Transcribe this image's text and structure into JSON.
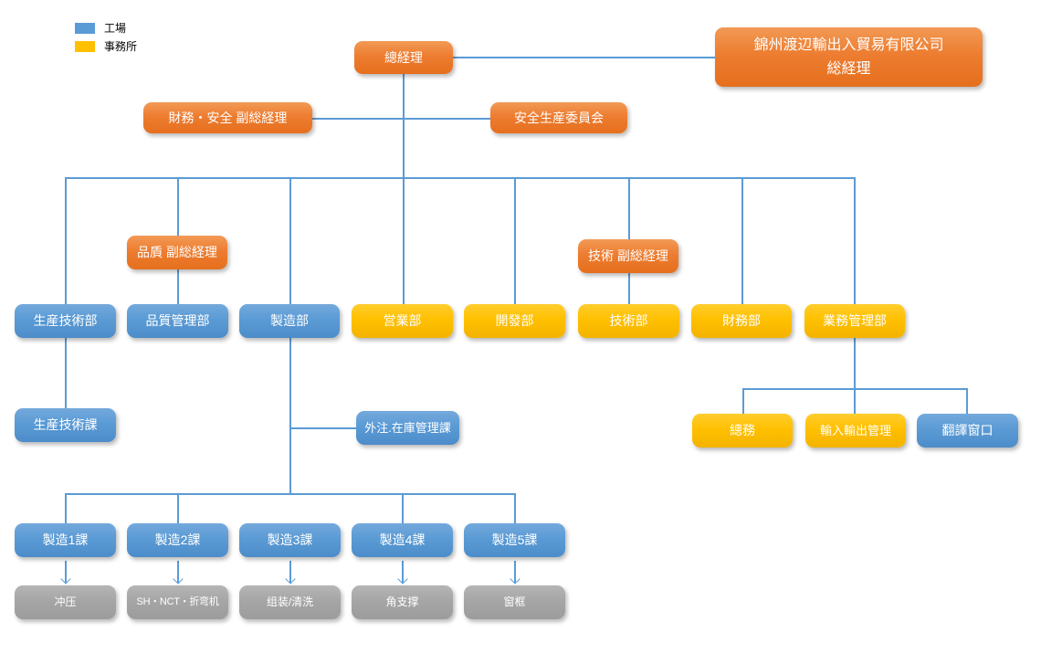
{
  "legend": {
    "items": [
      {
        "label": "工場",
        "color": "#5B9BD5",
        "meaning": "factory"
      },
      {
        "label": "事務所",
        "color": "#FFC000",
        "meaning": "office"
      }
    ]
  },
  "colors": {
    "factory_blue": "#5B9BD5",
    "office_yellow": "#FFC000",
    "management_orange": "#ED7D31",
    "process_gray": "#A6A6A6",
    "connector_blue": "#5B9BD5",
    "background": "#FFFFFF"
  },
  "nodes": {
    "general_manager": {
      "label": "總経理"
    },
    "parent_company": {
      "line1": "錦州渡辺輸出入貿易有限公司",
      "line2": "総経理"
    },
    "finance_safety_vice_gm": {
      "label": "財務・安全 副総経理"
    },
    "safety_production_committee": {
      "label": "安全生産委員会"
    },
    "quality_vice_gm": {
      "label": "品貭 副総経理"
    },
    "technology_vice_gm": {
      "label": "技術 副総経理"
    },
    "production_tech_dept": {
      "label": "生産技術部"
    },
    "quality_mgmt_dept": {
      "label": "品質管理部"
    },
    "manufacturing_dept": {
      "label": "製造部"
    },
    "sales_dept": {
      "label": "営業部"
    },
    "development_dept": {
      "label": "開發部"
    },
    "technology_dept": {
      "label": "技術部"
    },
    "finance_dept": {
      "label": "財務部"
    },
    "business_mgmt_dept": {
      "label": "業務管理部"
    },
    "production_tech_section": {
      "label": "生産技術課"
    },
    "outsourcing_inventory_section": {
      "label": "外注.在庫管理課"
    },
    "general_affairs": {
      "label": "總務"
    },
    "import_export_mgmt": {
      "label": "輸入輸出管理"
    },
    "translation_window": {
      "label": "翻譯窗口"
    },
    "mfg_section_1": {
      "label": "製造1課"
    },
    "mfg_section_2": {
      "label": "製造2課"
    },
    "mfg_section_3": {
      "label": "製造3課"
    },
    "mfg_section_4": {
      "label": "製造4課"
    },
    "mfg_section_5": {
      "label": "製造5課"
    },
    "process_stamping": {
      "label": "冲压"
    },
    "process_sh_nct_bending": {
      "label": "SH・NCT・折弯机"
    },
    "process_assembly_cleaning": {
      "label": "组装/清洗"
    },
    "process_corner_support": {
      "label": "角支撑"
    },
    "process_window_frame": {
      "label": "窗框"
    }
  },
  "edges": [
    {
      "from": "general_manager",
      "to": "parent_company"
    },
    {
      "from": "general_manager",
      "to": "finance_safety_vice_gm"
    },
    {
      "from": "general_manager",
      "to": "safety_production_committee"
    },
    {
      "from": "general_manager",
      "to": "production_tech_dept"
    },
    {
      "from": "general_manager",
      "to": "quality_vice_gm"
    },
    {
      "from": "quality_vice_gm",
      "to": "quality_mgmt_dept"
    },
    {
      "from": "general_manager",
      "to": "manufacturing_dept"
    },
    {
      "from": "general_manager",
      "to": "sales_dept"
    },
    {
      "from": "general_manager",
      "to": "development_dept"
    },
    {
      "from": "general_manager",
      "to": "technology_vice_gm"
    },
    {
      "from": "technology_vice_gm",
      "to": "technology_dept"
    },
    {
      "from": "general_manager",
      "to": "finance_dept"
    },
    {
      "from": "general_manager",
      "to": "business_mgmt_dept"
    },
    {
      "from": "production_tech_dept",
      "to": "production_tech_section"
    },
    {
      "from": "manufacturing_dept",
      "to": "outsourcing_inventory_section"
    },
    {
      "from": "manufacturing_dept",
      "to": "mfg_section_1"
    },
    {
      "from": "manufacturing_dept",
      "to": "mfg_section_2"
    },
    {
      "from": "manufacturing_dept",
      "to": "mfg_section_3"
    },
    {
      "from": "manufacturing_dept",
      "to": "mfg_section_4"
    },
    {
      "from": "manufacturing_dept",
      "to": "mfg_section_5"
    },
    {
      "from": "business_mgmt_dept",
      "to": "general_affairs"
    },
    {
      "from": "business_mgmt_dept",
      "to": "import_export_mgmt"
    },
    {
      "from": "business_mgmt_dept",
      "to": "translation_window"
    },
    {
      "from": "mfg_section_1",
      "to": "process_stamping",
      "style": "arrow"
    },
    {
      "from": "mfg_section_2",
      "to": "process_sh_nct_bending",
      "style": "arrow"
    },
    {
      "from": "mfg_section_3",
      "to": "process_assembly_cleaning",
      "style": "arrow"
    },
    {
      "from": "mfg_section_4",
      "to": "process_corner_support",
      "style": "arrow"
    },
    {
      "from": "mfg_section_5",
      "to": "process_window_frame",
      "style": "arrow"
    }
  ]
}
